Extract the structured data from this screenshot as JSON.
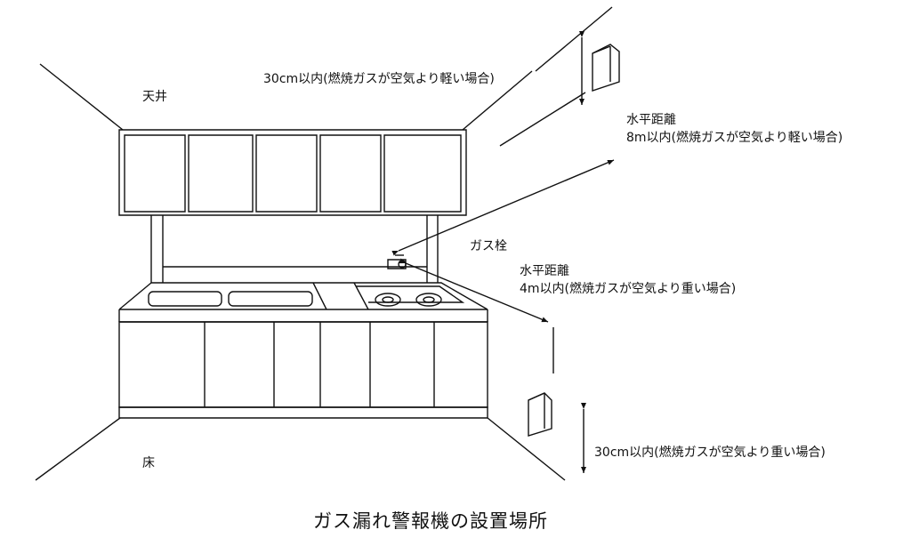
{
  "labels": {
    "ceiling": "天井",
    "floor": "床",
    "gas_valve": "ガス栓",
    "upper_vertical": "30cm以内(燃焼ガスが空気より軽い場合)",
    "upper_horizontal_title": "水平距離",
    "upper_horizontal_detail": "8m以内(燃焼ガスが空気より軽い場合)",
    "lower_horizontal_title": "水平距離",
    "lower_horizontal_detail": "4m以内(燃焼ガスが空気より重い場合)",
    "lower_vertical": "30cm以内(燃焼ガスが空気より重い場合)"
  },
  "caption": "ガス漏れ警報機の設置場所"
}
